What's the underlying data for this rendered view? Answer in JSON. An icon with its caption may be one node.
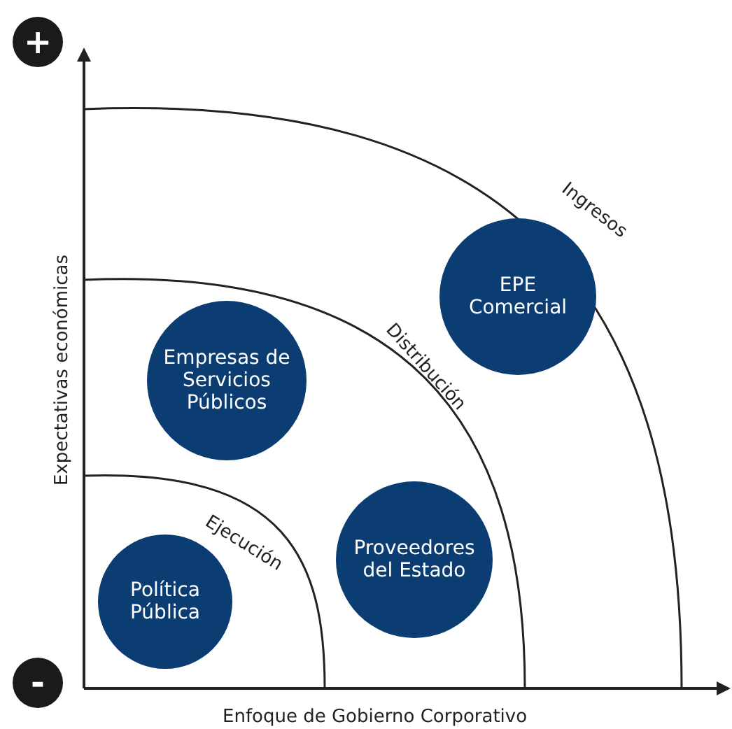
{
  "diagram": {
    "nodes": [
      {
        "text": [
          "+"
        ]
      },
      {
        "text": [
          "EPE Comercial"
        ]
      },
      {
        "text": [
          "Empresas de Servicios Públicos"
        ]
      },
      {
        "text": [
          "Proveedores del Estado"
        ]
      },
      {
        "text": [
          "Política Pública"
        ]
      },
      {
        "text": [
          "-"
        ]
      }
    ],
    "edges": [],
    "labels": [
      "Ingresos",
      "Distribución",
      "Ejecución",
      "Expectativas económicas",
      "Enfoque de Gobierno Corporativo"
    ]
  }
}
